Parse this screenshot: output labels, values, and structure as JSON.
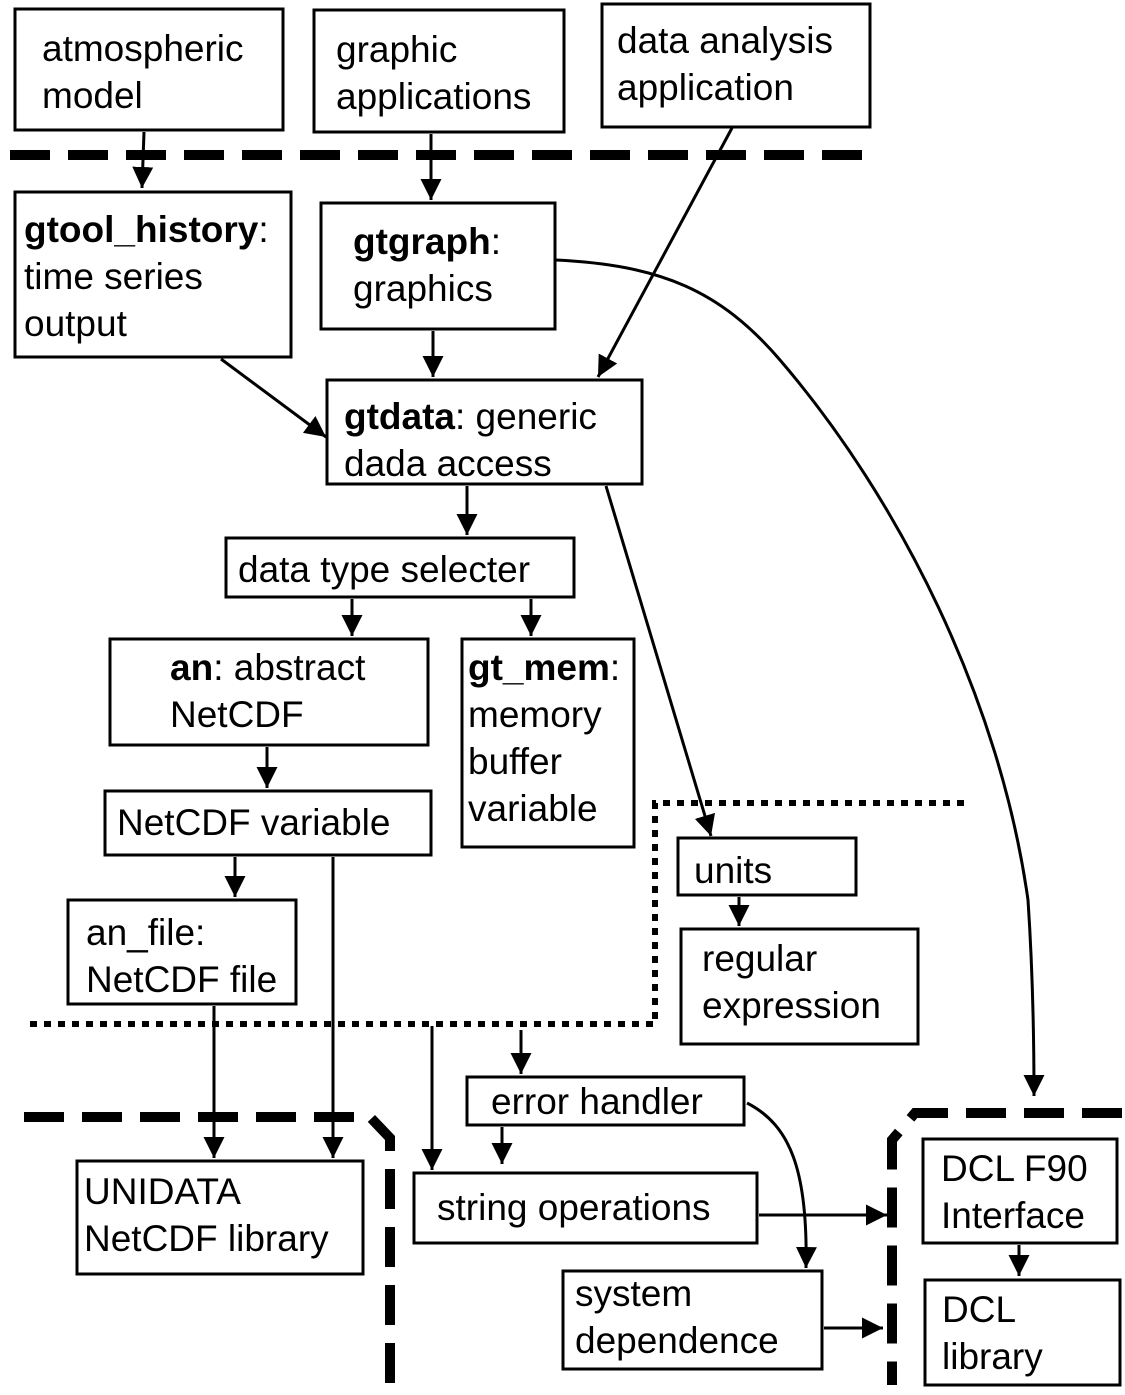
{
  "diagram": {
    "title": "",
    "colors": {
      "line": "#000000",
      "background": "#ffffff"
    },
    "nodes": [
      {
        "id": "atmospheric-model",
        "lines": [
          [
            {
              "t": "atmospheric"
            }
          ],
          [
            {
              "t": "model"
            }
          ]
        ]
      },
      {
        "id": "graphic-applications",
        "lines": [
          [
            {
              "t": "graphic"
            }
          ],
          [
            {
              "t": "applications"
            }
          ]
        ]
      },
      {
        "id": "data-analysis-application",
        "lines": [
          [
            {
              "t": "data analysis"
            }
          ],
          [
            {
              "t": "application"
            }
          ]
        ]
      },
      {
        "id": "gtool-history",
        "lines": [
          [
            {
              "t": "gtool_history",
              "b": true
            },
            {
              "t": ":"
            }
          ],
          [
            {
              "t": "time series"
            }
          ],
          [
            {
              "t": "output"
            }
          ]
        ]
      },
      {
        "id": "gtgraph",
        "lines": [
          [
            {
              "t": "gtgraph",
              "b": true
            },
            {
              "t": ":"
            }
          ],
          [
            {
              "t": "graphics"
            }
          ]
        ]
      },
      {
        "id": "gtdata",
        "lines": [
          [
            {
              "t": "gtdata",
              "b": true
            },
            {
              "t": ": generic"
            }
          ],
          [
            {
              "t": "dada access"
            }
          ]
        ]
      },
      {
        "id": "data-type-selecter",
        "lines": [
          [
            {
              "t": "data type selecter"
            }
          ]
        ]
      },
      {
        "id": "an",
        "lines": [
          [
            {
              "t": "an",
              "b": true
            },
            {
              "t": ": abstract"
            }
          ],
          [
            {
              "t": "NetCDF"
            }
          ]
        ]
      },
      {
        "id": "gt-mem",
        "lines": [
          [
            {
              "t": "gt_mem",
              "b": true
            },
            {
              "t": ":"
            }
          ],
          [
            {
              "t": "memory"
            }
          ],
          [
            {
              "t": "buffer"
            }
          ],
          [
            {
              "t": "variable"
            }
          ]
        ]
      },
      {
        "id": "netcdf-variable",
        "lines": [
          [
            {
              "t": "NetCDF variable"
            }
          ]
        ]
      },
      {
        "id": "an-file",
        "lines": [
          [
            {
              "t": "an_file:"
            }
          ],
          [
            {
              "t": "NetCDF file"
            }
          ]
        ]
      },
      {
        "id": "units",
        "lines": [
          [
            {
              "t": "units"
            }
          ]
        ]
      },
      {
        "id": "regular-expression",
        "lines": [
          [
            {
              "t": "regular"
            }
          ],
          [
            {
              "t": "expression"
            }
          ]
        ]
      },
      {
        "id": "error-handler",
        "lines": [
          [
            {
              "t": "error handler"
            }
          ]
        ]
      },
      {
        "id": "unidata-netcdf-library",
        "lines": [
          [
            {
              "t": "UNIDATA"
            }
          ],
          [
            {
              "t": "NetCDF library"
            }
          ]
        ]
      },
      {
        "id": "string-operations",
        "lines": [
          [
            {
              "t": "string operations"
            }
          ]
        ]
      },
      {
        "id": "system-dependence",
        "lines": [
          [
            {
              "t": "system"
            }
          ],
          [
            {
              "t": "dependence"
            }
          ]
        ]
      },
      {
        "id": "dcl-f90-interface",
        "lines": [
          [
            {
              "t": "DCL F90"
            }
          ],
          [
            {
              "t": "Interface"
            }
          ]
        ]
      },
      {
        "id": "dcl-library",
        "lines": [
          [
            {
              "t": "DCL"
            }
          ],
          [
            {
              "t": "library"
            }
          ]
        ]
      }
    ],
    "edges": [
      {
        "from": "atmospheric-model",
        "to": "gtool-history"
      },
      {
        "from": "graphic-applications",
        "to": "gtgraph"
      },
      {
        "from": "data-analysis-application",
        "to": "gtdata"
      },
      {
        "from": "gtool-history",
        "to": "gtdata"
      },
      {
        "from": "gtgraph",
        "to": "gtdata"
      },
      {
        "from": "gtgraph",
        "to": "dcl-f90-interface",
        "style": "curved"
      },
      {
        "from": "gtdata",
        "to": "data-type-selecter"
      },
      {
        "from": "gtdata",
        "to": "units"
      },
      {
        "from": "data-type-selecter",
        "to": "an"
      },
      {
        "from": "data-type-selecter",
        "to": "gt-mem"
      },
      {
        "from": "an",
        "to": "netcdf-variable"
      },
      {
        "from": "netcdf-variable",
        "to": "an-file"
      },
      {
        "from": "netcdf-variable",
        "to": "unidata-netcdf-library"
      },
      {
        "from": "an-file",
        "to": "unidata-netcdf-library"
      },
      {
        "from": "units",
        "to": "regular-expression"
      },
      {
        "from": "lower-layer-boundary",
        "to": "string-operations"
      },
      {
        "from": "lower-layer-boundary",
        "to": "error-handler"
      },
      {
        "from": "error-handler",
        "to": "string-operations"
      },
      {
        "from": "error-handler",
        "to": "system-dependence",
        "style": "curved"
      },
      {
        "from": "string-operations",
        "to": "dcl-boundary"
      },
      {
        "from": "system-dependence",
        "to": "dcl-boundary"
      },
      {
        "from": "dcl-f90-interface",
        "to": "dcl-library"
      }
    ],
    "boundaries": [
      {
        "id": "application-layer-boundary",
        "style": "dashed"
      },
      {
        "id": "utility-layer-boundary",
        "style": "dotted"
      },
      {
        "id": "netcdf-library-boundary",
        "style": "dashed"
      },
      {
        "id": "dcl-boundary",
        "style": "dashed"
      }
    ]
  }
}
